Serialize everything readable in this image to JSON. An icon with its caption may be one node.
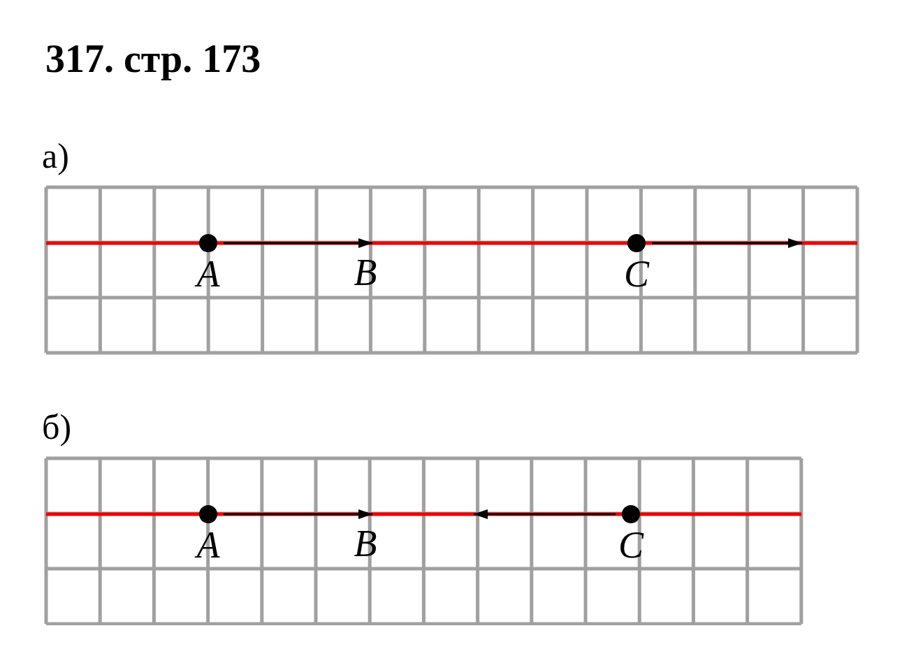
{
  "diagram": {
    "title": "317. стр. 173",
    "nodes": [
      {
        "text": [
          "а)"
        ]
      },
      {
        "text": [
          "A"
        ],
        "in": 0
      },
      {
        "text": [
          "B"
        ],
        "in": 0
      },
      {
        "text": [
          "C"
        ],
        "in": 0
      },
      {
        "text": [
          "б)"
        ]
      },
      {
        "text": [
          "A"
        ],
        "in": 4
      },
      {
        "text": [
          "B"
        ],
        "in": 4
      },
      {
        "text": [
          "C"
        ],
        "in": 4
      }
    ],
    "edges": [
      {
        "from": 1,
        "to": 2,
        "arrow": "to"
      },
      {
        "from": 3,
        "to": null,
        "arrow": "to"
      },
      {
        "from": 5,
        "to": 6,
        "arrow": "to"
      },
      {
        "from": 7,
        "to": null,
        "arrow": "to"
      }
    ]
  }
}
